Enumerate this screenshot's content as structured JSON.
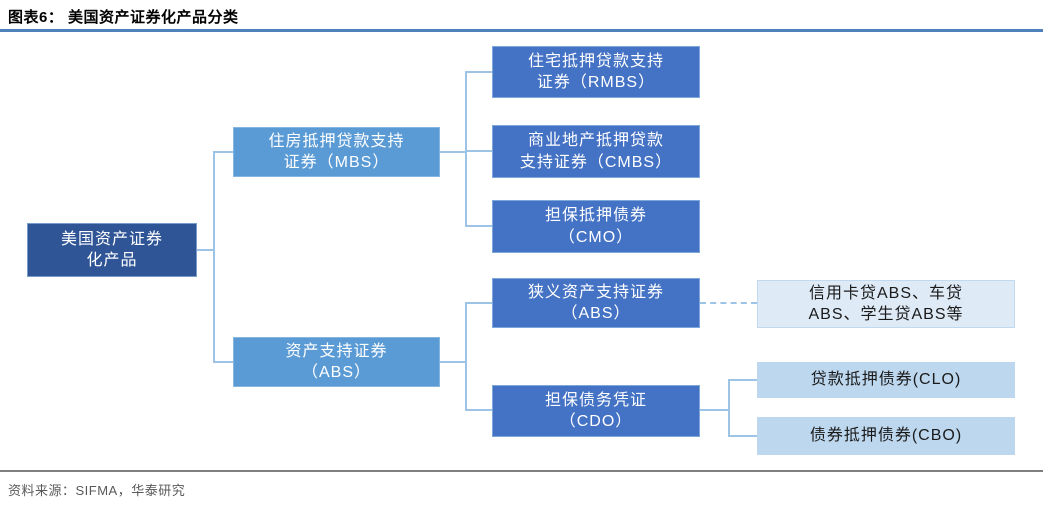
{
  "header": {
    "title": "图表6：  美国资产证券化产品分类"
  },
  "colors": {
    "title_rule": "#4F81BD",
    "root_bg": "#2F5597",
    "level1_bg": "#5B9BD5",
    "level2_bg": "#4472C4",
    "example_bg": "#DEEAF6",
    "leaf_bg": "#BDD7EE",
    "connector": "#9DC3E6",
    "footer_rule": "#7F7F7F",
    "footer_text": "#595959"
  },
  "tree": {
    "root": {
      "line1": "美国资产证券",
      "line2": "化产品"
    },
    "mbs": {
      "line1": "住房抵押贷款支持",
      "line2": "证券（MBS）"
    },
    "abs": {
      "line1": "资产支持证券",
      "line2": "（ABS）"
    },
    "rmbs": {
      "line1": "住宅抵押贷款支持",
      "line2": "证券（RMBS）"
    },
    "cmbs": {
      "line1": "商业地产抵押贷款",
      "line2": "支持证券（CMBS）"
    },
    "cmo": {
      "line1": "担保抵押债券",
      "line2": "（CMO）"
    },
    "narrow_abs": {
      "line1": "狭义资产支持证券",
      "line2": "（ABS）"
    },
    "cdo": {
      "line1": "担保债务凭证",
      "line2": "（CDO）"
    },
    "abs_examples": {
      "line1": "信用卡贷ABS、车贷",
      "line2": "ABS、学生贷ABS等"
    },
    "clo": {
      "line1": "贷款抵押债券(CLO)"
    },
    "cbo": {
      "line1": "债券抵押债券(CBO)"
    }
  },
  "footer": {
    "source": "资料来源：SIFMA，华泰研究"
  }
}
